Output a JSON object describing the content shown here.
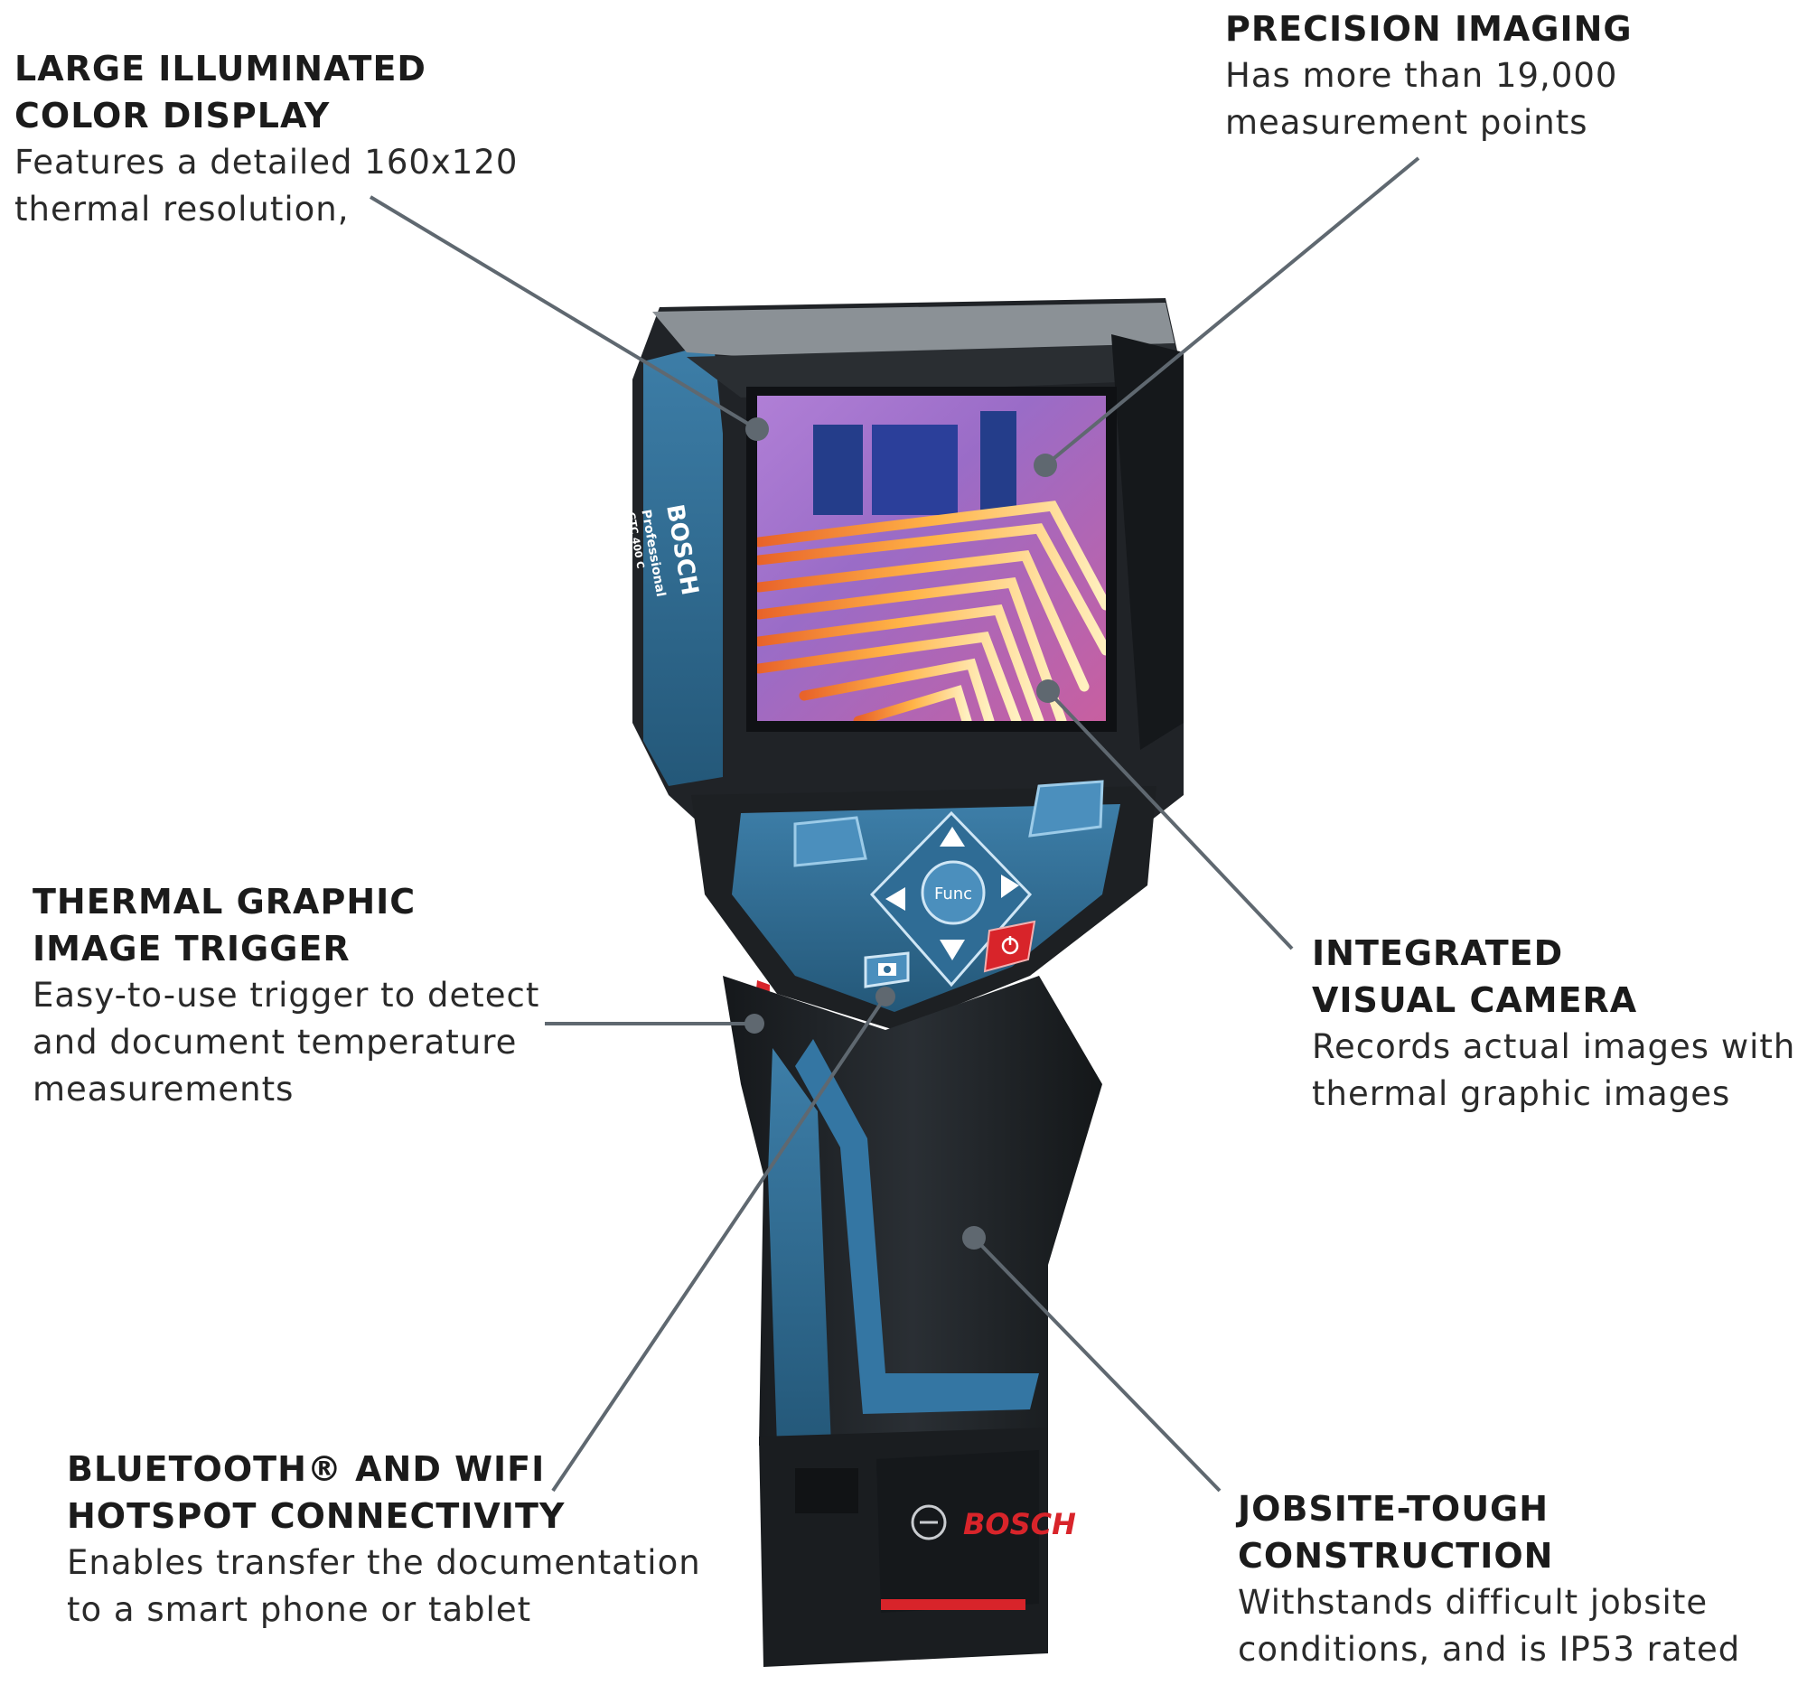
{
  "callouts": {
    "display": {
      "title_1": "LARGE ILLUMINATED",
      "title_2": "COLOR DISPLAY",
      "desc_1": "Features a detailed 160x120",
      "desc_2": "thermal resolution,"
    },
    "precision": {
      "title_1": "PRECISION IMAGING",
      "desc_1": "Has more than 19,000",
      "desc_2": "measurement points"
    },
    "trigger": {
      "title_1": "THERMAL GRAPHIC",
      "title_2": "IMAGE TRIGGER",
      "desc_1": "Easy-to-use trigger to detect",
      "desc_2": "and document temperature",
      "desc_3": "measurements"
    },
    "camera": {
      "title_1": "INTEGRATED",
      "title_2": "VISUAL CAMERA",
      "desc_1": "Records actual images with",
      "desc_2": "thermal graphic images"
    },
    "connectivity": {
      "title_1": "BLUETOOTH® AND WIFI",
      "title_2": "HOTSPOT CONNECTIVITY",
      "desc_1": "Enables transfer the documentation",
      "desc_2": "to a smart phone or tablet"
    },
    "construction": {
      "title_1": "JOBSITE-TOUGH",
      "title_2": "CONSTRUCTION",
      "desc_1": "Withstands difficult jobsite",
      "desc_2": "conditions, and is IP53 rated"
    }
  },
  "device": {
    "brand": "BOSCH",
    "sub_brand": "Professional",
    "model": "GTC 400 C",
    "func_label": "Func",
    "battery_brand": "BOSCH"
  },
  "colors": {
    "body_black": "#1c1f22",
    "body_blue": "#2f6c95",
    "accent_red": "#d8242a",
    "leader_line": "#5f6870",
    "text": "#1b1b1b"
  }
}
